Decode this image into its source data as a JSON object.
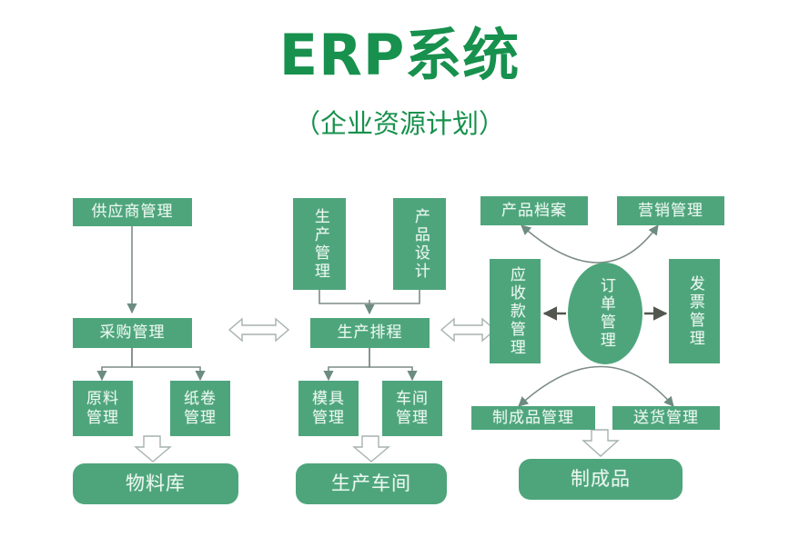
{
  "header": {
    "title": "ERP系统",
    "subtitle": "（企业资源计划）"
  },
  "theme": {
    "title_color": "#17914d",
    "node_fill": "#4ea57c",
    "node_text": "#eaf7ef",
    "connector_color": "#7d8c86",
    "hollow_arrow_fill": "#ffffff",
    "hollow_arrow_stroke": "#9aa8a2",
    "background": "#ffffff"
  },
  "diagram": {
    "type": "flow-diagram",
    "columns": [
      {
        "name": "procurement-column",
        "nodes": [
          {
            "id": "supplier-management",
            "label": "供应商管理",
            "shape": "rect"
          },
          {
            "id": "procurement-management",
            "label": "采购管理",
            "shape": "rect"
          },
          {
            "id": "raw-material-management",
            "label": "原料\n管理",
            "shape": "rect"
          },
          {
            "id": "paper-roll-management",
            "label": "纸卷\n管理",
            "shape": "rect"
          },
          {
            "id": "material-warehouse",
            "label": "物料库",
            "shape": "rounded"
          }
        ]
      },
      {
        "name": "production-column",
        "nodes": [
          {
            "id": "production-management",
            "label": "生产管理",
            "shape": "rect-vertical"
          },
          {
            "id": "product-design",
            "label": "产品设计",
            "shape": "rect-vertical"
          },
          {
            "id": "production-scheduling",
            "label": "生产排程",
            "shape": "rect"
          },
          {
            "id": "mold-management",
            "label": "模具\n管理",
            "shape": "rect"
          },
          {
            "id": "workshop-management",
            "label": "车间\n管理",
            "shape": "rect"
          },
          {
            "id": "production-workshop",
            "label": "生产车间",
            "shape": "rounded"
          }
        ]
      },
      {
        "name": "sales-column",
        "nodes": [
          {
            "id": "product-archive",
            "label": "产品档案",
            "shape": "rect"
          },
          {
            "id": "marketing-management",
            "label": "营销管理",
            "shape": "rect"
          },
          {
            "id": "receivables-management",
            "label": "应收款管理",
            "shape": "rect-vertical"
          },
          {
            "id": "order-management",
            "label": "订单管理",
            "shape": "ellipse-vertical"
          },
          {
            "id": "invoice-management",
            "label": "发票管理",
            "shape": "rect-vertical"
          },
          {
            "id": "finished-goods-management",
            "label": "制成品管理",
            "shape": "rect"
          },
          {
            "id": "delivery-management",
            "label": "送货管理",
            "shape": "rect"
          },
          {
            "id": "finished-goods",
            "label": "制成品",
            "shape": "rounded"
          }
        ]
      }
    ],
    "connectors": [
      {
        "id": "supplier-to-procurement",
        "kind": "line-arrow",
        "from": "supplier-management",
        "to": "procurement-management"
      },
      {
        "id": "procurement-to-raw-material",
        "kind": "line-arrow",
        "from": "procurement-management",
        "to": "raw-material-management"
      },
      {
        "id": "procurement-to-paper-roll",
        "kind": "line-arrow",
        "from": "procurement-management",
        "to": "paper-roll-management"
      },
      {
        "id": "materials-to-warehouse",
        "kind": "block-arrow-down",
        "from": "raw-material-management",
        "to": "material-warehouse"
      },
      {
        "id": "production-mgmt-to-scheduling",
        "kind": "line-arrow",
        "from": "production-management",
        "to": "production-scheduling"
      },
      {
        "id": "product-design-to-scheduling",
        "kind": "line-arrow",
        "from": "product-design",
        "to": "production-scheduling"
      },
      {
        "id": "scheduling-to-mold",
        "kind": "line-arrow",
        "from": "production-scheduling",
        "to": "mold-management"
      },
      {
        "id": "scheduling-to-workshop",
        "kind": "line-arrow",
        "from": "production-scheduling",
        "to": "workshop-management"
      },
      {
        "id": "mold-workshop-to-production",
        "kind": "block-arrow-down",
        "from": "mold-management",
        "to": "production-workshop"
      },
      {
        "id": "procurement-scheduling-link",
        "kind": "block-arrow-double-horizontal",
        "from": "procurement-management",
        "to": "production-scheduling"
      },
      {
        "id": "scheduling-receivables-link",
        "kind": "block-arrow-double-horizontal",
        "from": "production-scheduling",
        "to": "receivables-management"
      },
      {
        "id": "order-to-receivables",
        "kind": "line-arrow",
        "from": "order-management",
        "to": "receivables-management"
      },
      {
        "id": "order-to-invoice",
        "kind": "line-arrow",
        "from": "order-management",
        "to": "invoice-management"
      },
      {
        "id": "order-arc-to-archive-marketing",
        "kind": "curved-arrow-double-up",
        "from": "order-management",
        "to": "product-archive / 营销管理"
      },
      {
        "id": "order-arc-to-finished-delivery",
        "kind": "curved-arrow-double-down",
        "from": "order-management",
        "to": "finished-goods-management / 送货管理"
      },
      {
        "id": "finished-delivery-to-goods",
        "kind": "block-arrow-down",
        "from": "finished-goods-management",
        "to": "finished-goods"
      }
    ]
  }
}
